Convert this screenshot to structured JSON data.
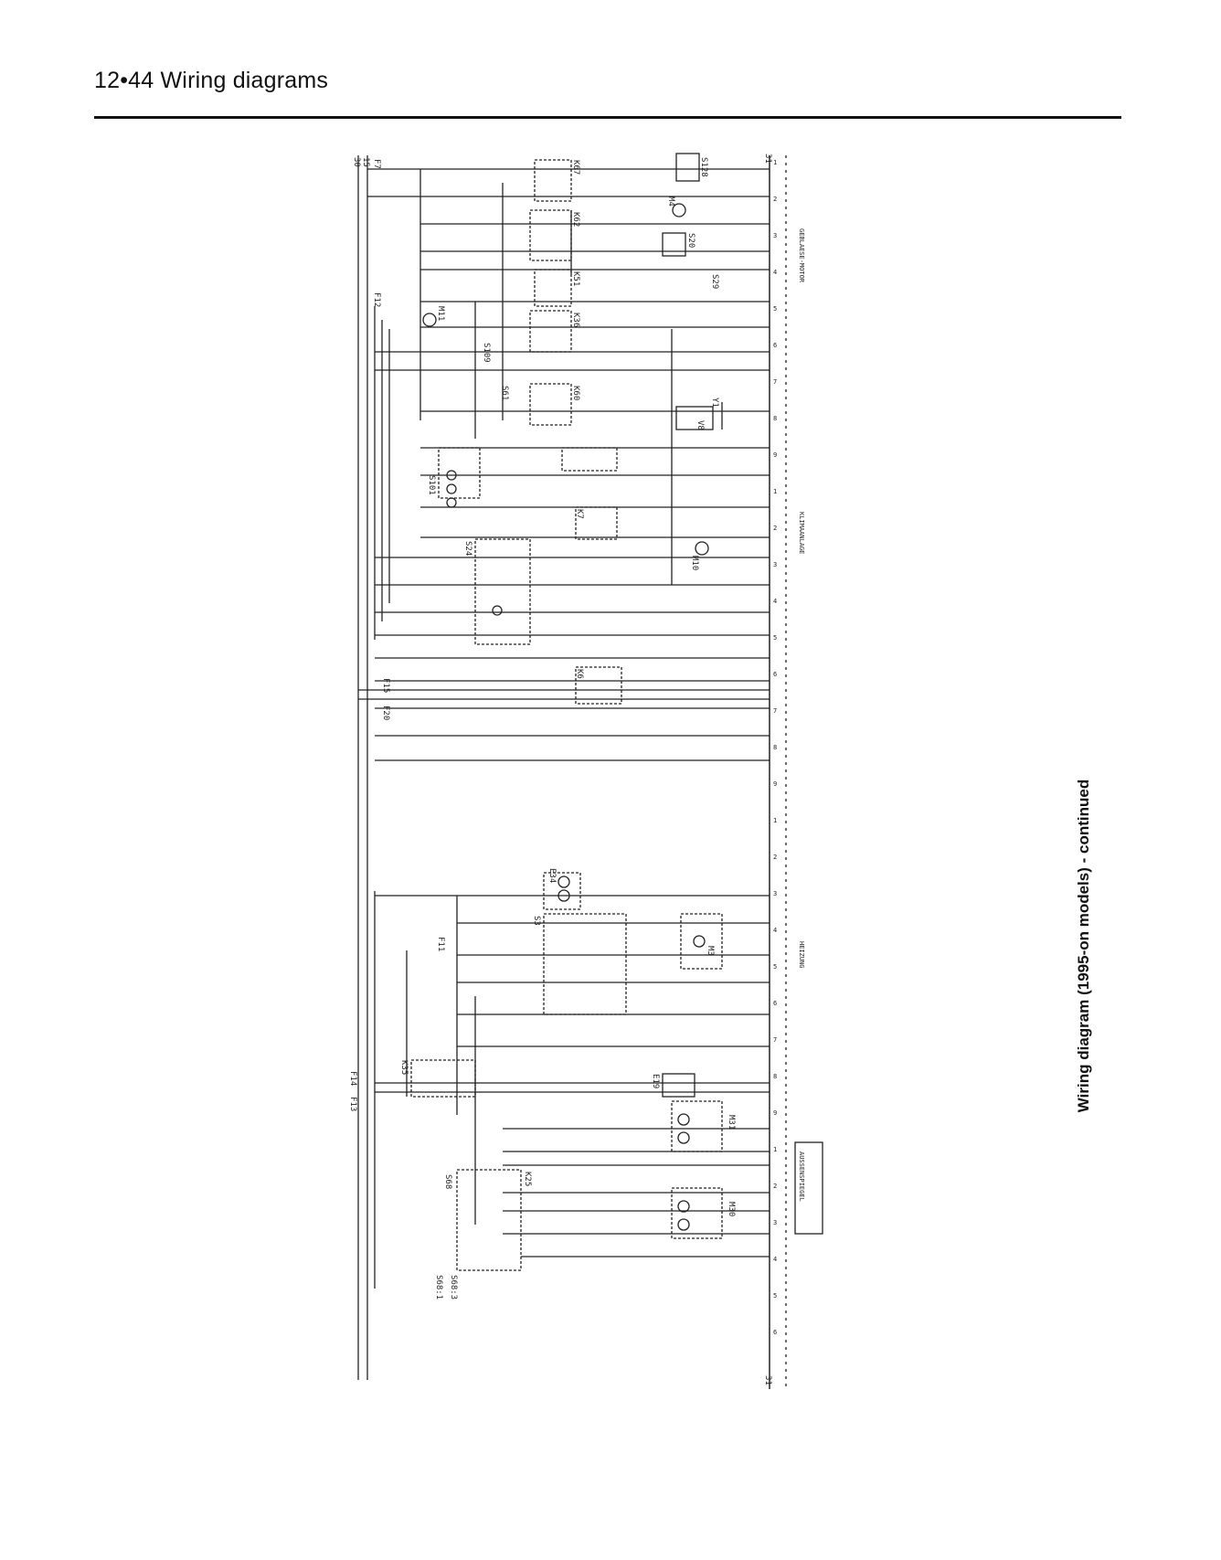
{
  "header": {
    "title": "12•44  Wiring diagrams"
  },
  "side_caption": {
    "text": "Wiring diagram (1995-on models) - continued"
  },
  "diagram": {
    "rail_labels": [
      "30",
      "15",
      "31"
    ],
    "fuse_labels": [
      "F7",
      "F12",
      "F15",
      "F20",
      "F14",
      "F13",
      "F11"
    ],
    "component_labels": [
      "K67",
      "K62",
      "K51",
      "K36",
      "K60",
      "K7",
      "K6",
      "K35",
      "K25",
      "S128",
      "S20",
      "S29",
      "S109",
      "S61",
      "S101",
      "S24",
      "S3",
      "S68",
      "S68:1",
      "S68:3",
      "M4",
      "M11",
      "M10",
      "M3",
      "M31",
      "M30",
      "E34",
      "E19",
      "Y1",
      "V8"
    ],
    "section_labels": [
      "GEBLAESE-MOTOR",
      "KLIMAANLAGE",
      "HEIZUNG",
      "AUSSENSPIEGEL"
    ],
    "ground_label": "31"
  }
}
